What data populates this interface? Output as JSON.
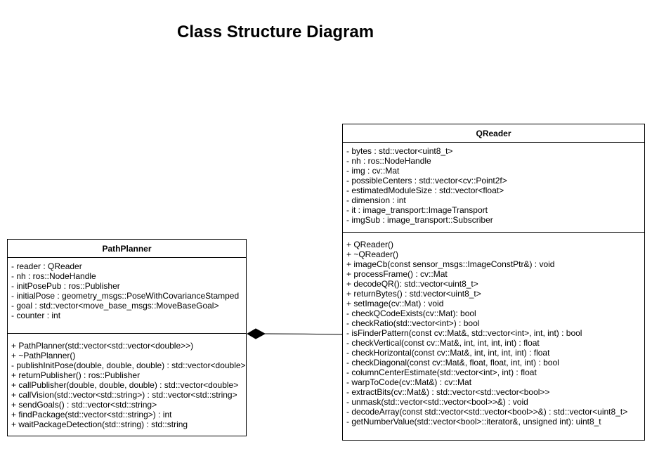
{
  "title": "Class Structure Diagram",
  "path_planner": {
    "name": "PathPlanner",
    "attributes": [
      "- reader : QReader",
      "- nh : ros::NodeHandle",
      "- initPosePub : ros::Publisher",
      "- initialPose : geometry_msgs::PoseWithCovarianceStamped",
      "- goal : std::vector<move_base_msgs::MoveBaseGoal>",
      "- counter : int"
    ],
    "operations": [
      "+ PathPlanner(std::vector<std::vector<double>>)",
      "+ ~PathPlanner()",
      "- publishInitPose(double, double, double) : std::vector<double>",
      "+ returnPublisher() : ros::Publisher",
      "+ callPublisher(double, double, double) : std::vector<double>",
      "+ callVision(std::vector<std::string>) : std::vector<std::string>",
      "+ sendGoals() : std::vector<std::string>",
      "+ findPackage(std::vector<std::string>) : int",
      "+ waitPackageDetection(std::string) : std::string"
    ]
  },
  "qreader": {
    "name": "QReader",
    "attributes": [
      "- bytes : std::vector<uint8_t>",
      "- nh : ros::NodeHandle",
      "- img : cv::Mat",
      "- possibleCenters : std::vector<cv::Point2f>",
      "- estimatedModuleSize : std::vector<float>",
      "- dimension : int",
      "- it : image_transport::ImageTransport",
      "- imgSub : image_transport::Subscriber"
    ],
    "operations": [
      "+ QReader()",
      "+ ~QReader()",
      "+ imageCb(const sensor_msgs::ImageConstPtr&) : void",
      "+ processFrame() : cv::Mat",
      "+ decodeQR(): std::vector<uint8_t>",
      "+ returnBytes() : std:vector<uint8_t>",
      "+ setImage(cv::Mat) : void",
      "- checkQCodeExists(cv::Mat): bool",
      "- checkRatio(std::vector<int>) : bool",
      "- isFinderPattern(const cv::Mat&, std::vector<int>, int, int) : bool",
      "- checkVertical(const cv::Mat&, int, int, int, int) : float",
      "- checkHorizontal(const cv::Mat&, int, int, int, int) : float",
      "- checkDiagonal(const cv::Mat&, float, float, int, int) : bool",
      "- columnCenterEstimate(std::vector<int>, int) : float",
      "- warpToCode(cv::Mat&) : cv::Mat",
      "- extractBits(cv::Mat&) : std::vector<std::vector<bool>>",
      "- unmask(std::vector<std::vector<bool>>&) : void",
      "- decodeArray(const std::vector<std::vector<bool>>&) : std::vector<uint8_t>",
      "- getNumberValue(std::vector<bool>::iterator&, unsigned int): uint8_t"
    ]
  },
  "relationship": {
    "type": "composition",
    "whole": "PathPlanner",
    "part": "QReader"
  }
}
